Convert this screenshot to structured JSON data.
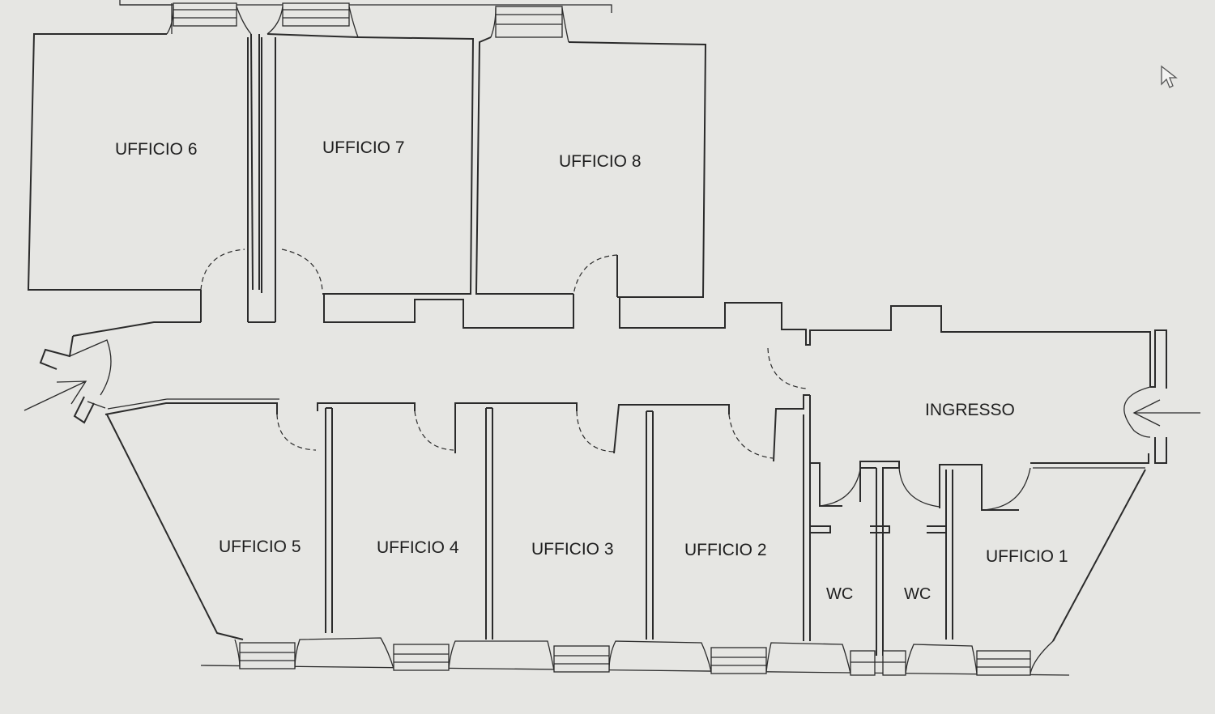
{
  "rooms": {
    "ufficio6": "UFFICIO 6",
    "ufficio7": "UFFICIO 7",
    "ufficio8": "UFFICIO 8",
    "ufficio5": "UFFICIO 5",
    "ufficio4": "UFFICIO 4",
    "ufficio3": "UFFICIO 3",
    "ufficio2": "UFFICIO 2",
    "ufficio1": "UFFICIO 1",
    "ingresso": "INGRESSO",
    "wc_left": "WC",
    "wc_right": "WC"
  },
  "icons": {
    "entrance_left": "arrow-in-icon",
    "entrance_right": "arrow-in-icon",
    "cursor": "mouse-pointer-icon"
  },
  "colors": {
    "background": "#e6e6e3",
    "lines": "#2b2b2b"
  }
}
